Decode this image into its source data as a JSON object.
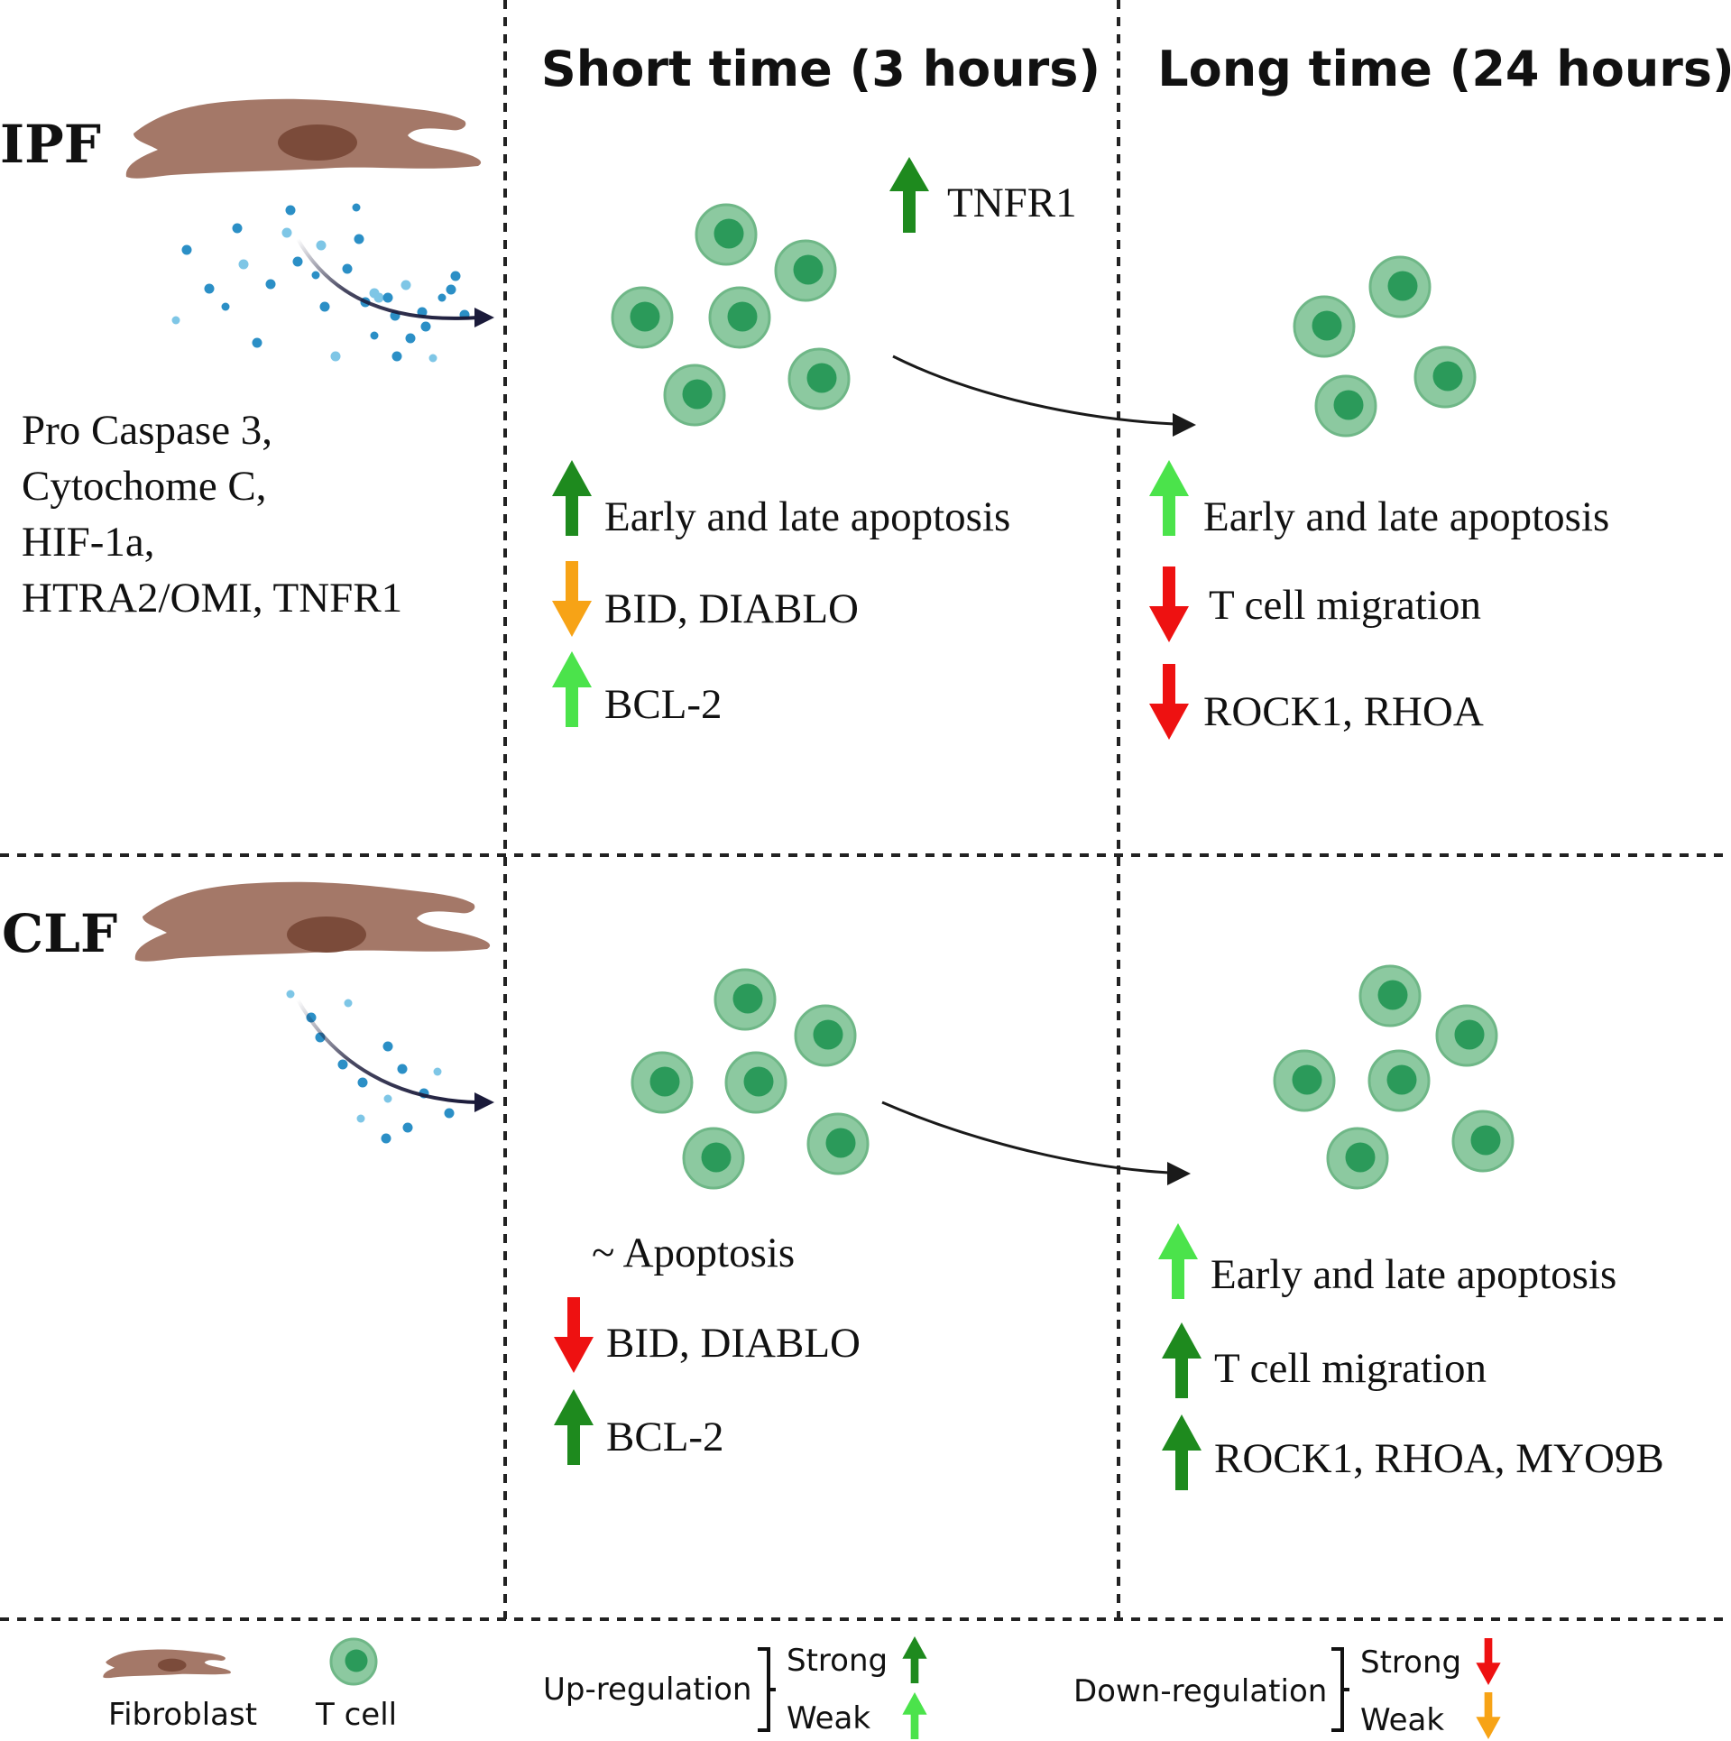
{
  "headers": {
    "short": "Short time (3 hours)",
    "long": "Long time (24 hours)"
  },
  "rows": {
    "ipf": "IPF",
    "clf": "CLF"
  },
  "secreted": [
    "Pro Caspase 3,",
    "Cytochome C,",
    "HIF-1a,",
    "HTRA2/OMI, TNFR1"
  ],
  "ipf_short": {
    "top": "TNFR1",
    "items": [
      "Early and late apoptosis",
      "BID, DIABLO",
      "BCL-2"
    ]
  },
  "ipf_long": {
    "items": [
      "Early and late apoptosis",
      "T cell migration",
      "ROCK1, RHOA"
    ]
  },
  "clf_short": {
    "note": "~ Apoptosis",
    "items": [
      "BID, DIABLO",
      "BCL-2"
    ]
  },
  "clf_long": {
    "items": [
      "Early and late apoptosis",
      "T cell migration",
      "ROCK1, RHOA, MYO9B"
    ]
  },
  "legend": {
    "fibroblast": "Fibroblast",
    "tcell": "T cell",
    "up": "Up-regulation",
    "down": "Down-regulation",
    "strong": "Strong",
    "weak": "Weak"
  },
  "colors": {
    "strong_up": "#1e8a1e",
    "weak_up": "#4be34b",
    "strong_down": "#ee1111",
    "weak_down": "#f7a316",
    "fibroblast": "#a47868",
    "nucleus": "#7b4b3a",
    "tcell": "#8cc9a0",
    "tcell_nucleus": "#2b9a5a",
    "dot": "#2b8fc6"
  }
}
